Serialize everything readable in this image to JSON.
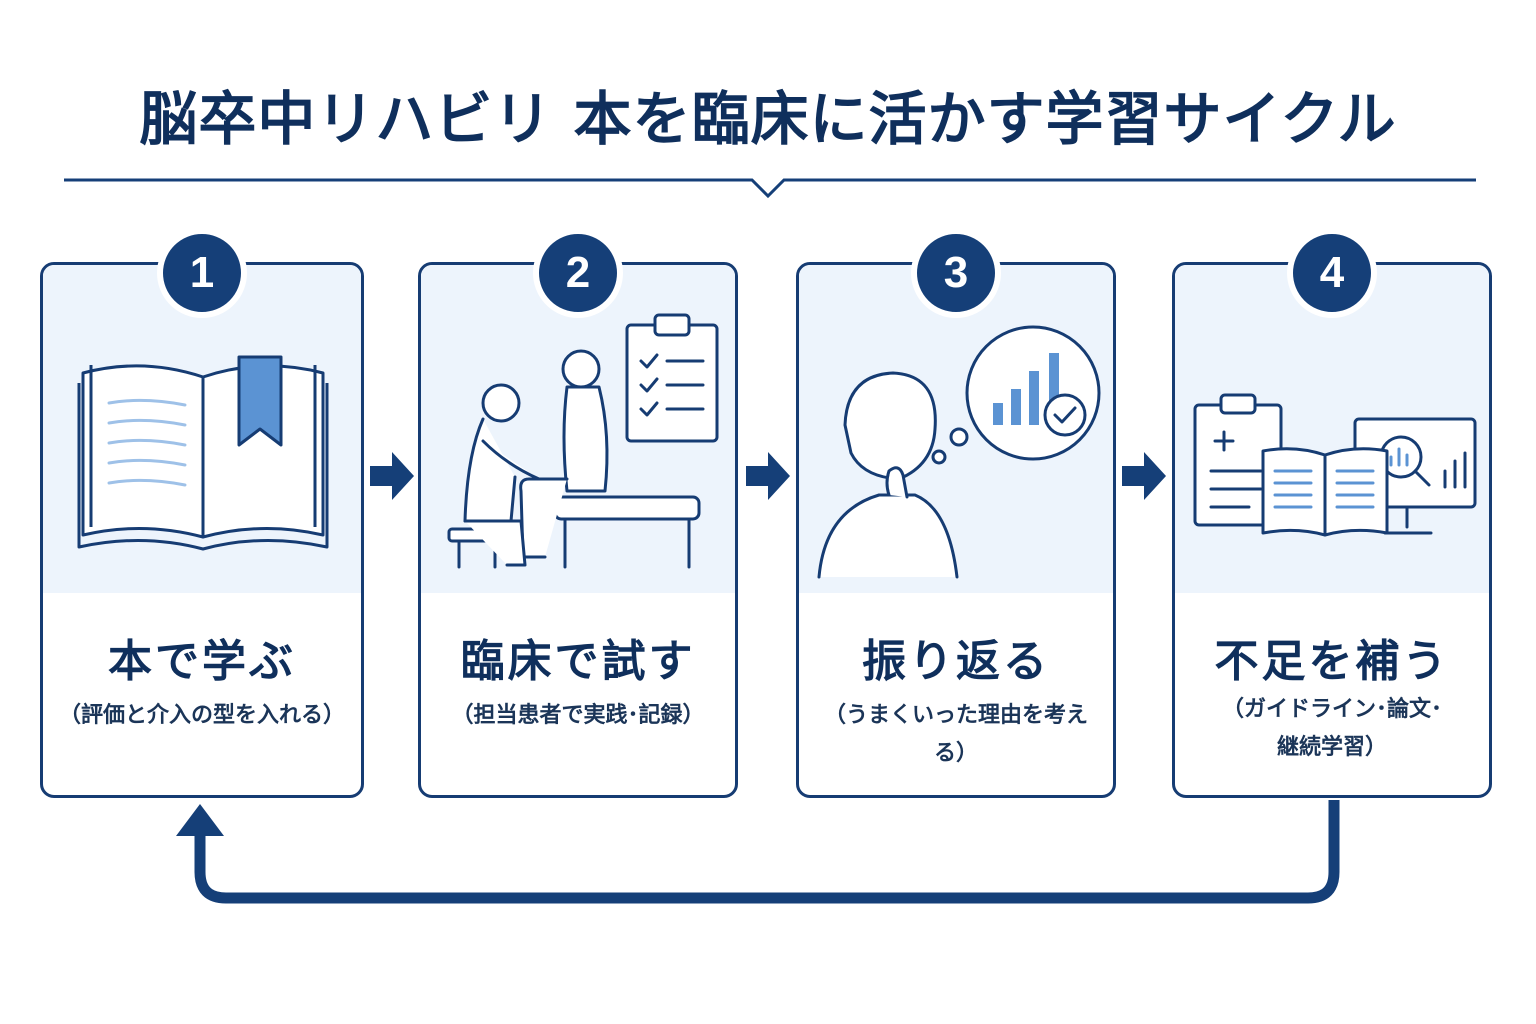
{
  "title": "脳卒中リハビリ 本を臨床に活かす学習サイクル",
  "steps": [
    {
      "number": "1",
      "label": "本で学ぶ",
      "detail": "（評価と介入の型を入れる）"
    },
    {
      "number": "2",
      "label": "臨床で試す",
      "detail": "（担当患者で実践･記録）"
    },
    {
      "number": "3",
      "label": "振り返る",
      "detail": "（うまくいった理由を考える）"
    },
    {
      "number": "4",
      "label": "不足を補う",
      "detail": "（ガイドライン･論文･\n継続学習）"
    }
  ],
  "colors": {
    "primary": "#153f78",
    "accent": "#5b93d3",
    "panel": "#edf4fc"
  },
  "icons": [
    "open-book-icon",
    "therapist-patient-icon",
    "clipboard-checklist-icon",
    "thinking-person-icon",
    "bar-chart-check-icon",
    "medical-chart-icon",
    "monitor-analysis-icon",
    "step-arrow-icon",
    "return-loop-arrow-icon"
  ]
}
